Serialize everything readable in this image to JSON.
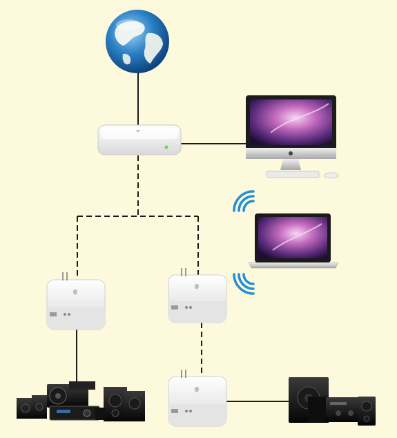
{
  "diagram": {
    "background": "#fcf9dc",
    "nodes": [
      {
        "id": "internet",
        "icon": "globe-icon"
      },
      {
        "id": "base-station",
        "icon": "airport-extreme-icon"
      },
      {
        "id": "desktop",
        "icon": "imac-icon"
      },
      {
        "id": "laptop",
        "icon": "macbook-pro-icon"
      },
      {
        "id": "express-left",
        "icon": "airport-express-icon"
      },
      {
        "id": "express-middle",
        "icon": "airport-express-icon"
      },
      {
        "id": "express-bottom",
        "icon": "airport-express-icon"
      },
      {
        "id": "stereo-left",
        "icon": "home-theater-icon"
      },
      {
        "id": "stereo-right",
        "icon": "bookshelf-stereo-icon"
      }
    ],
    "links": [
      {
        "from": "internet",
        "to": "base-station",
        "style": "wired"
      },
      {
        "from": "base-station",
        "to": "desktop",
        "style": "wired"
      },
      {
        "from": "base-station",
        "to": "express-left",
        "style": "wireless-dashed"
      },
      {
        "from": "base-station",
        "to": "express-middle",
        "style": "wireless-dashed"
      },
      {
        "from": "express-middle",
        "to": "express-bottom",
        "style": "wireless-dashed"
      },
      {
        "from": "express-left",
        "to": "stereo-left",
        "style": "wired"
      },
      {
        "from": "express-bottom",
        "to": "stereo-right",
        "style": "wired"
      },
      {
        "from": "laptop",
        "to": "base-station",
        "style": "wifi-signal"
      }
    ],
    "colors": {
      "line": "#1a1a1a",
      "wifi": "#1f8fd8",
      "device_white": "#f2f2f2",
      "status_led": "#6bd84a",
      "screen": "#8a4aa8"
    }
  }
}
